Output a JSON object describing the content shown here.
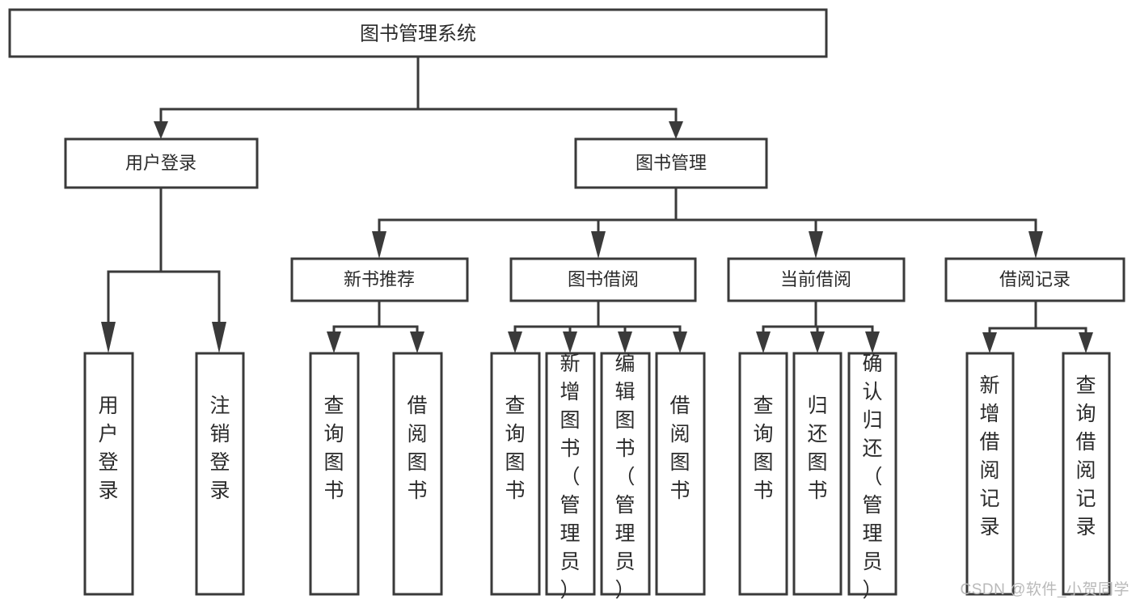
{
  "diagram": {
    "type": "tree-flowchart",
    "title": "图书管理系统",
    "root": {
      "id": "root",
      "label": "图书管理系统"
    },
    "level2": [
      {
        "id": "user-login",
        "label": "用户登录"
      },
      {
        "id": "book-manage",
        "label": "图书管理"
      }
    ],
    "level3": [
      {
        "id": "new-book-recommend",
        "label": "新书推荐",
        "parent": "book-manage"
      },
      {
        "id": "book-borrow",
        "label": "图书借阅",
        "parent": "book-manage"
      },
      {
        "id": "current-borrow",
        "label": "当前借阅",
        "parent": "book-manage"
      },
      {
        "id": "borrow-record",
        "label": "借阅记录",
        "parent": "book-manage"
      }
    ],
    "leaves": {
      "user-login": [
        {
          "id": "leaf-user-login",
          "label": "用户登录"
        },
        {
          "id": "leaf-logout",
          "label": "注销登录"
        }
      ],
      "new-book-recommend": [
        {
          "id": "leaf-query-book-1",
          "label": "查询图书"
        },
        {
          "id": "leaf-borrow-book-1",
          "label": "借阅图书"
        }
      ],
      "book-borrow": [
        {
          "id": "leaf-query-book-2",
          "label": "查询图书"
        },
        {
          "id": "leaf-add-book",
          "label": "新增图书（管理员）"
        },
        {
          "id": "leaf-edit-book",
          "label": "编辑图书（管理员）"
        },
        {
          "id": "leaf-borrow-book-2",
          "label": "借阅图书"
        }
      ],
      "current-borrow": [
        {
          "id": "leaf-query-book-3",
          "label": "查询图书"
        },
        {
          "id": "leaf-return-book",
          "label": "归还图书"
        },
        {
          "id": "leaf-confirm-return",
          "label": "确认归还（管理员）"
        }
      ],
      "borrow-record": [
        {
          "id": "leaf-add-record",
          "label": "新增借阅记录"
        },
        {
          "id": "leaf-query-record",
          "label": "查询借阅记录"
        }
      ]
    }
  },
  "watermark": {
    "text": "CSDN @软件_小贺同学"
  },
  "colors": {
    "stroke": "#3a3a3a",
    "fill": "#ffffff",
    "text": "#2b2b2b",
    "watermark": "#b9b9b9"
  }
}
